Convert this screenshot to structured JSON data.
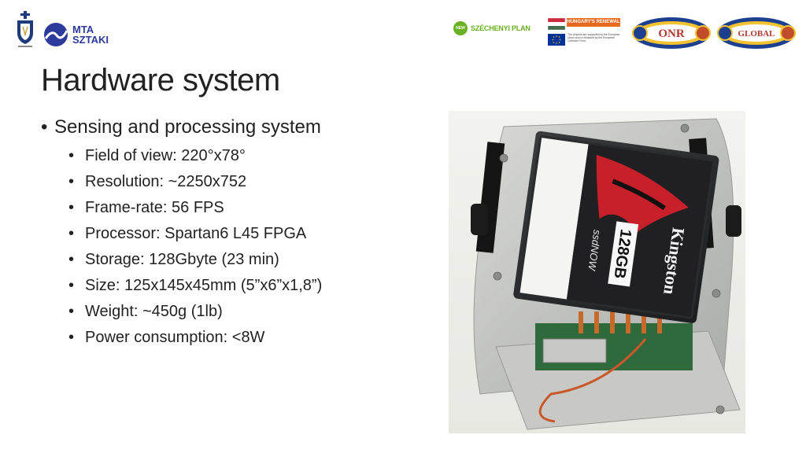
{
  "header": {
    "sztaki_line1": "MTA",
    "sztaki_line2": "SZTAKI",
    "szechenyi_badge": "NEW",
    "szechenyi_label": "SZÉCHENYI PLAN",
    "renewal_title": "HUNGARY'S RENEWAL",
    "renewal_text": "The projects are supported by the European Union and co-financed by the European Cohesion Fund.",
    "onr_text": "ONR",
    "onrg_text": "GLOBAL"
  },
  "title": "Hardware system",
  "section": {
    "heading": "Sensing and processing system",
    "items": [
      "Field of view: 220°x78°",
      "Resolution: ~2250x752",
      "Frame-rate: 56 FPS",
      "Processor: Spartan6 L45  FPGA",
      "Storage: 128Gbyte (23 min)",
      "Size: 125x145x45mm (5”x6”x1,8”)",
      "Weight: ~450g (1lb)",
      "Power consumption: <8W"
    ]
  },
  "photo": {
    "ssd_brand": "Kingston",
    "ssd_capacity": "128GB",
    "ssd_model": "ssdNOW"
  },
  "colors": {
    "sztaki_blue": "#2d3b9c",
    "szechenyi_green": "#6ab023",
    "renewal_orange": "#e86a1e",
    "eu_blue": "#003399"
  }
}
